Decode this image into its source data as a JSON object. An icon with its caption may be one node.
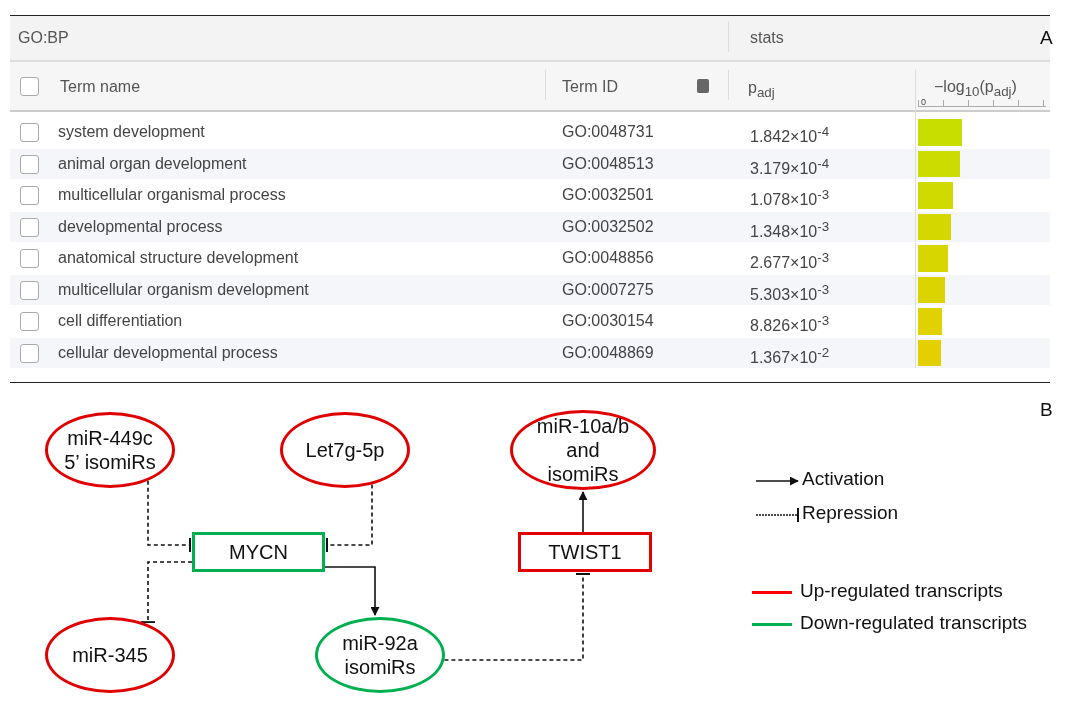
{
  "diagram": {
    "nodes": [
      {
        "text": [
          "miR-449c 5’ isomiRs"
        ]
      },
      {
        "text": [
          "Let7g-5p"
        ]
      },
      {
        "text": [
          "miR-10a/b and isomiRs"
        ]
      },
      {
        "text": [
          "MYCN"
        ]
      },
      {
        "text": [
          "TWIST1"
        ]
      },
      {
        "text": [
          "miR-345"
        ]
      },
      {
        "text": [
          "miR-92a isomiRs"
        ]
      }
    ],
    "edges": [
      {
        "from": 0,
        "to": 3,
        "arrow": "other",
        "style": "dashed"
      },
      {
        "from": 1,
        "to": 3,
        "arrow": "other",
        "style": "dashed"
      },
      {
        "from": 3,
        "to": 5,
        "arrow": "other",
        "style": "dashed"
      },
      {
        "from": 3,
        "to": 6,
        "arrow": "to"
      },
      {
        "from": 6,
        "to": 4,
        "arrow": "other",
        "style": "dashed"
      },
      {
        "from": 4,
        "to": 2,
        "arrow": "to"
      }
    ],
    "labels": [
      "GO:BP",
      "stats",
      "A",
      "Term name",
      "Term ID",
      "p$_{adj}$",
      "0",
      "−log$_{10}$(p$_{adj}$)",
      "system development",
      "GO:0048731",
      "1.842×10$^{-4}$",
      "animal organ development",
      "GO:0048513",
      "3.179×10$^{-4}$",
      "multicellular organismal process",
      "GO:0032501",
      "1.078×10$^{-3}$",
      "developmental process",
      "GO:0032502",
      "1.348×10$^{-3}$",
      "anatomical structure development",
      "GO:0048856",
      "2.677×10$^{-3}$",
      "multicellular organism development",
      "GO:0007275",
      "5.303×10$^{-3}$",
      "cell differentiation",
      "GO:0030154",
      "8.826×10$^{-3}$",
      "cellular developmental process",
      "GO:0048869",
      "1.367×10$^{-2}$",
      "B"
    ],
    "legend": [
      {
        "text": "Activation"
      },
      {
        "text": "Repression"
      },
      {
        "text": "Up-regulated transcripts",
        "color": "#ff0000"
      },
      {
        "text": "Down-regulated transcripts",
        "color": "#00b050"
      }
    ]
  }
}
